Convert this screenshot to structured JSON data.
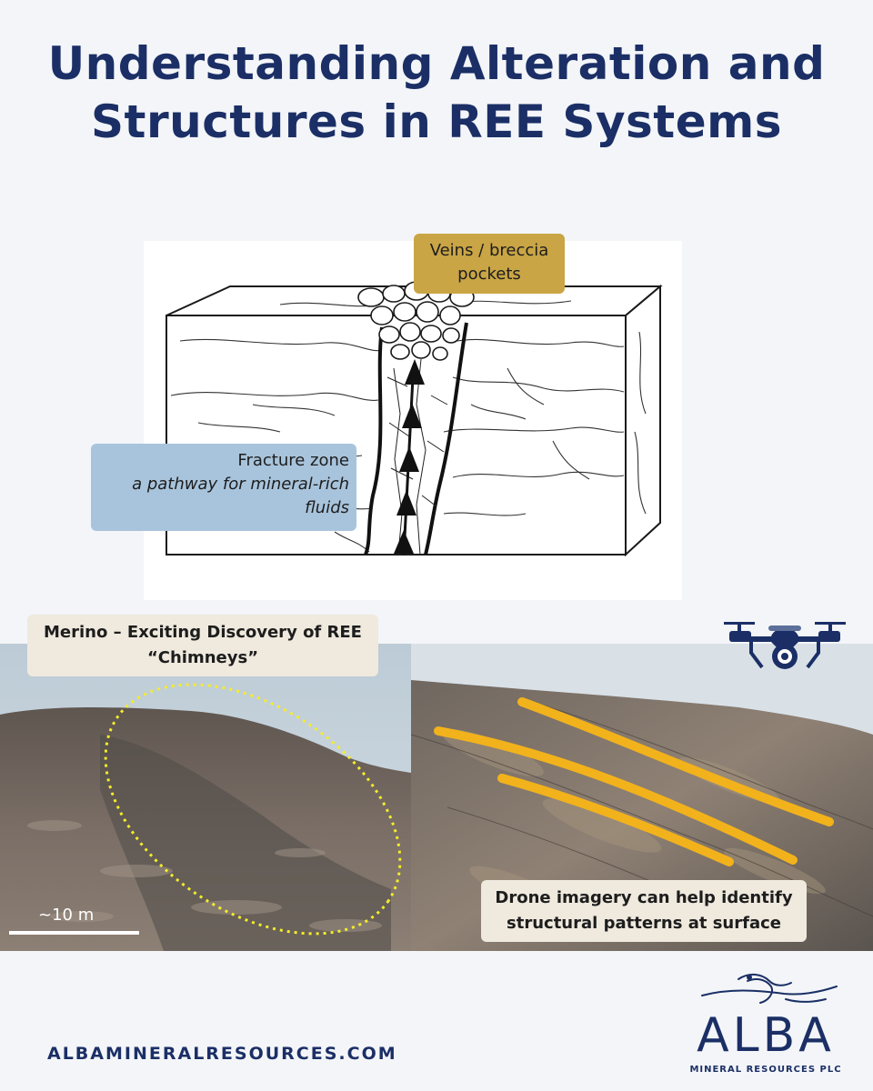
{
  "title": {
    "line1": "Understanding Alteration and",
    "line2": "Structures in REE Systems"
  },
  "diagram": {
    "callout_veins_line1": "Veins / breccia",
    "callout_veins_line2": "pockets",
    "callout_fracture_title": "Fracture zone",
    "callout_fracture_sub_line1": "a pathway for mineral-rich",
    "callout_fracture_sub_line2": "fluids"
  },
  "photos": {
    "merino_label_line1": "Merino – Exciting Discovery of REE",
    "merino_label_line2": "“Chimneys”",
    "scale_label": "~10 m",
    "drone_label_line1": "Drone imagery can help identify",
    "drone_label_line2": "structural patterns at surface"
  },
  "footer": {
    "website": "ALBAMINERALRESOURCES.COM",
    "logo_word": "ALBA",
    "logo_sub": "MINERAL RESOURCES PLC"
  },
  "colors": {
    "navy": "#1b2f66",
    "gold": "#c9a545",
    "blue_callout": "#a8c4dc",
    "label_bg": "#efe9de",
    "vein_yellow": "#f2b21c",
    "dotted_ellipse": "#f4ec2a"
  },
  "icons": [
    "drone-icon",
    "arrow-up-icon",
    "alba-bird-logo-icon"
  ]
}
